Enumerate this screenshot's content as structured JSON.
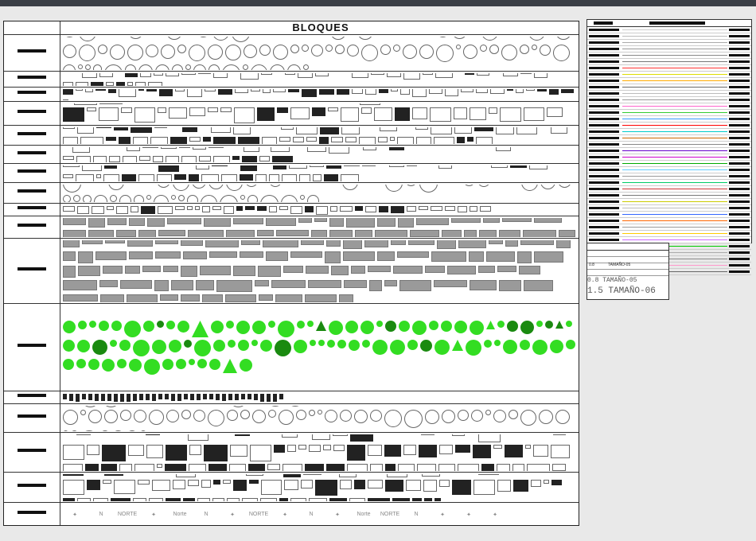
{
  "sheet": {
    "title": "BLOQUES",
    "rows": [
      {
        "label": "",
        "kind": "lamps"
      },
      {
        "label": "",
        "kind": "desks"
      },
      {
        "label": "",
        "kind": "strip"
      },
      {
        "label": "",
        "kind": "furniture"
      },
      {
        "label": "",
        "kind": "furniture"
      },
      {
        "label": "",
        "kind": "furniture"
      },
      {
        "label": "",
        "kind": "strip"
      },
      {
        "label": "",
        "kind": "tables"
      },
      {
        "label": "",
        "kind": "strip"
      },
      {
        "label": "",
        "kind": "vehicles"
      },
      {
        "label": "",
        "kind": "vehicles"
      },
      {
        "label": "",
        "kind": "trees"
      },
      {
        "label": "",
        "kind": "people"
      },
      {
        "label": "",
        "kind": "doors"
      },
      {
        "label": "",
        "kind": "details"
      },
      {
        "label": "",
        "kind": "levels"
      },
      {
        "label": "",
        "kind": "compass"
      }
    ],
    "compass_labels": [
      "NORTE",
      "Norte",
      "N"
    ]
  },
  "layers_table": {
    "rows": [
      {
        "color": "#cccccc"
      },
      {
        "color": "#bbbbbb"
      },
      {
        "color": "#aaaaaa"
      },
      {
        "color": "#999999"
      },
      {
        "color": "#888888"
      },
      {
        "color": "#777777"
      },
      {
        "color": "#ff3333"
      },
      {
        "color": "#dddd00"
      },
      {
        "color": "#ffaa00"
      },
      {
        "color": "#666666"
      },
      {
        "color": "#bbbbbb"
      },
      {
        "color": "#999999"
      },
      {
        "color": "#ff66cc"
      },
      {
        "color": "#33cc33"
      },
      {
        "color": "#3399ff"
      },
      {
        "color": "#ff0000"
      },
      {
        "color": "#00cccc"
      },
      {
        "color": "#cc6600"
      },
      {
        "color": "#888888"
      },
      {
        "color": "#6600cc"
      },
      {
        "color": "#cc00cc"
      },
      {
        "color": "#00aa00"
      },
      {
        "color": "#66ccff"
      },
      {
        "color": "#999999"
      },
      {
        "color": "#00cc66"
      },
      {
        "color": "#cc3333"
      },
      {
        "color": "#777777"
      },
      {
        "color": "#cccc00"
      },
      {
        "color": "#bbbbbb"
      },
      {
        "color": "#3366ff"
      },
      {
        "color": "#ff6600"
      },
      {
        "color": "#999999"
      },
      {
        "color": "#ffcc00"
      },
      {
        "color": "#cc66ff"
      },
      {
        "color": "#00cc00"
      },
      {
        "color": "#aaaaaa"
      },
      {
        "color": "#888888"
      },
      {
        "color": "#ff99cc"
      },
      {
        "color": "#666666"
      }
    ]
  },
  "sizes_table": {
    "rows": [
      {
        "k": "",
        "v": ""
      },
      {
        "k": "",
        "v": ""
      },
      {
        "k": "0.8",
        "v": "TAMAÑO-05"
      },
      {
        "k": "",
        "v": ""
      }
    ],
    "big": [
      {
        "k": "0.8",
        "v": "TAMAÑO-05"
      },
      {
        "k": "1.5",
        "v": "TAMAÑO-06"
      }
    ]
  }
}
